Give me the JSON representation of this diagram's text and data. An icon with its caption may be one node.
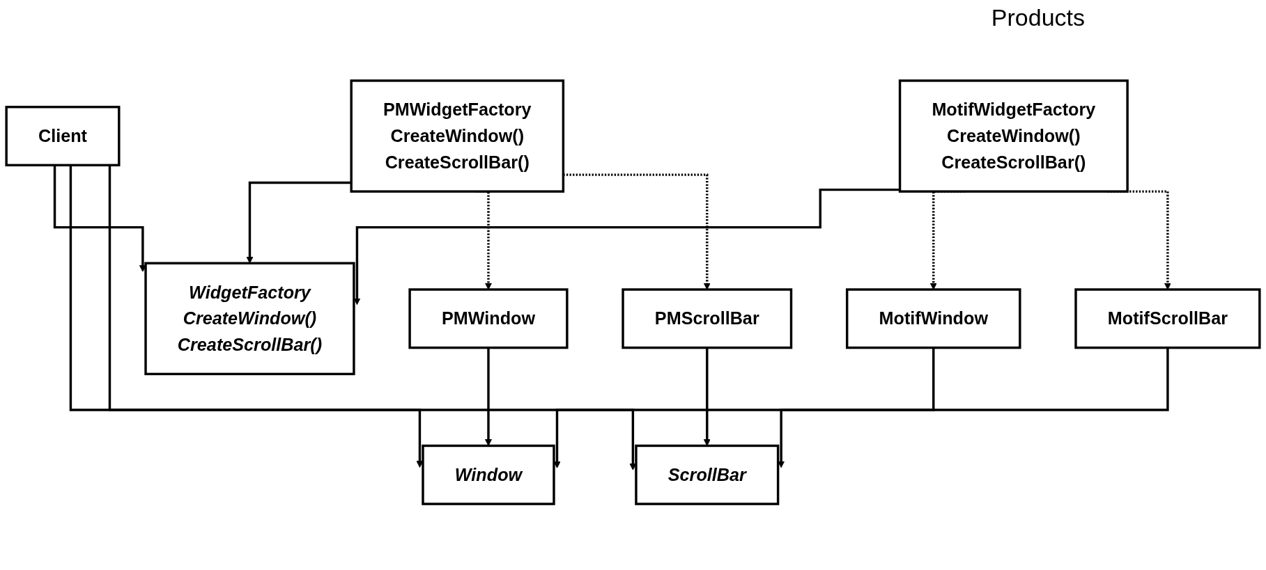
{
  "diagram": {
    "nodes": [
      {
        "text": [
          "WidgetFactory",
          "CreateWindow()",
          "CreateScrollBar()"
        ]
      },
      {
        "text": [
          "Client"
        ]
      },
      {
        "text": [
          "Window"
        ]
      },
      {
        "text": [
          "PMWindow"
        ]
      },
      {
        "text": [
          "MotifWindow"
        ]
      },
      {
        "text": [
          "MotifWidgetFactory",
          "CreateWindow()",
          "CreateScrollBar()"
        ]
      },
      {
        "text": [
          "PMWidgetFactory",
          "CreateWindow()",
          "CreateScrollBar()"
        ]
      },
      {
        "text": [
          "ScrollBar"
        ]
      },
      {
        "text": [
          "PMScrollBar"
        ]
      },
      {
        "text": [
          "MotifScrollBar"
        ]
      }
    ],
    "edges": [
      {
        "from": 1,
        "to": 0,
        "arrow": "to"
      },
      {
        "from": 1,
        "to": 2,
        "arrow": "to"
      },
      {
        "from": 1,
        "to": 7,
        "arrow": "to"
      },
      {
        "from": 5,
        "to": 0,
        "arrow": "to"
      },
      {
        "from": 6,
        "to": 0,
        "arrow": "to"
      },
      {
        "from": 3,
        "to": 2,
        "arrow": "to"
      },
      {
        "from": 4,
        "to": 2,
        "arrow": "to"
      },
      {
        "from": 8,
        "to": 7,
        "arrow": "to"
      },
      {
        "from": 9,
        "to": 7,
        "arrow": "to"
      },
      {
        "from": 6,
        "to": 3,
        "arrow": "to",
        "style": "dashed"
      },
      {
        "from": 6,
        "to": 8,
        "arrow": "to",
        "style": "dashed"
      },
      {
        "from": 5,
        "to": 4,
        "arrow": "to",
        "style": "dashed"
      },
      {
        "from": 5,
        "to": 9,
        "arrow": "to",
        "style": "dashed"
      }
    ],
    "labels": [
      "Products"
    ]
  }
}
